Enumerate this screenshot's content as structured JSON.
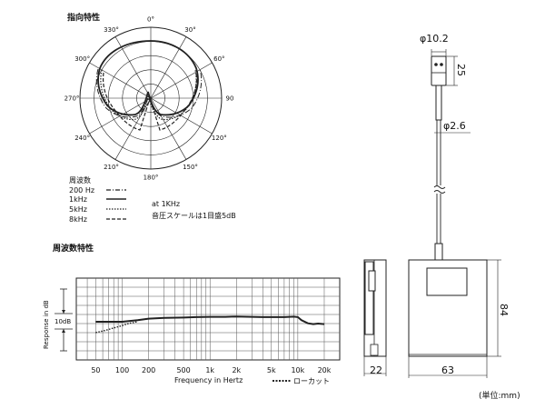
{
  "polar": {
    "title": "指向特性",
    "angle_labels": [
      "0°",
      "30°",
      "60°",
      "90",
      "120°",
      "150°",
      "180°",
      "210°",
      "240°",
      "270°",
      "300°",
      "330°"
    ],
    "legend_title": "周波数",
    "legend_items": [
      {
        "label": "200  Hz",
        "style": "dash-dot"
      },
      {
        "label": "1kHz",
        "style": "solid"
      },
      {
        "label": "5kHz",
        "style": "dotted"
      },
      {
        "label": "8kHz",
        "style": "dashed"
      }
    ],
    "note_line1": "at  1KHz",
    "note_line2": "音圧スケールは1目盛5dB"
  },
  "frequency": {
    "title": "周波数特性",
    "y_axis_label": "Response in dB",
    "scale_label": "10dB",
    "x_axis_label": "Frequency in Hertz",
    "x_ticks": [
      "50",
      "100",
      "200",
      "500",
      "1k",
      "2k",
      "5k",
      "10k",
      "20k"
    ],
    "lowcut_label": "ローカット"
  },
  "mic": {
    "head_diameter": "φ10.2",
    "head_length": "25",
    "cable_diameter": "φ2.6"
  },
  "pack": {
    "depth": "22",
    "width": "63",
    "height": "84",
    "unit_note": "(単位:mm)"
  },
  "chart_data": {
    "type": "line",
    "title": "周波数特性",
    "xlabel": "Frequency in Hertz",
    "ylabel": "Response in dB",
    "x_scale": "log",
    "xlim": [
      30,
      30000
    ],
    "series": [
      {
        "name": "",
        "style": "solid",
        "x": [
          50,
          70,
          100,
          150,
          200,
          300,
          500,
          700,
          1000,
          1500,
          2000,
          3000,
          4000,
          5000,
          7000,
          9000,
          10000,
          11000,
          13000,
          15000,
          17000,
          20000
        ],
        "y": [
          0,
          0,
          0,
          1,
          2,
          2.5,
          2.7,
          3,
          3.2,
          3.2,
          3.4,
          3.2,
          3,
          3,
          3,
          3.3,
          3,
          1,
          -1,
          -1.5,
          -1.2,
          -1.5
        ]
      },
      {
        "name": "ローカット",
        "style": "dotted",
        "x": [
          50,
          60,
          70,
          80,
          100,
          120,
          150
        ],
        "y": [
          -7,
          -6,
          -5,
          -4,
          -2.5,
          -1,
          0
        ]
      }
    ]
  }
}
